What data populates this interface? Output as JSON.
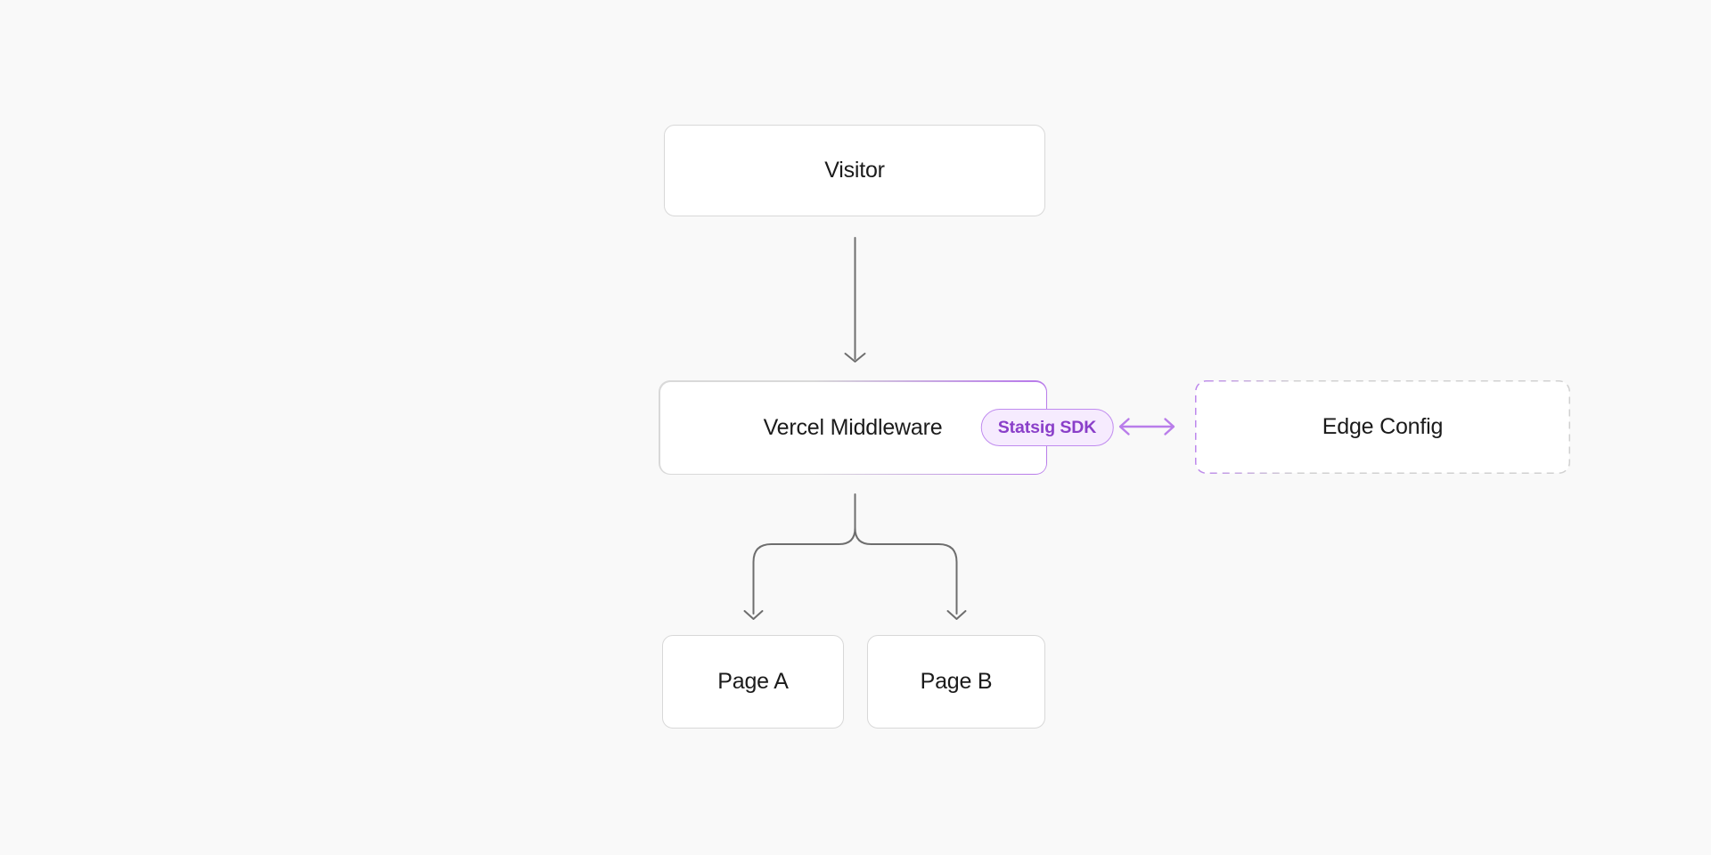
{
  "diagram": {
    "nodes": {
      "visitor": {
        "label": "Visitor"
      },
      "middleware": {
        "label": "Vercel Middleware",
        "badge": "Statsig SDK"
      },
      "edge_config": {
        "label": "Edge Config"
      },
      "page_a": {
        "label": "Page A"
      },
      "page_b": {
        "label": "Page B"
      }
    },
    "edges": [
      {
        "from": "Visitor",
        "to": "Vercel Middleware",
        "style": "solid-arrow"
      },
      {
        "from": "Vercel Middleware",
        "to": "Page A",
        "style": "solid-arrow"
      },
      {
        "from": "Vercel Middleware",
        "to": "Page B",
        "style": "solid-arrow"
      },
      {
        "from": "Statsig SDK",
        "to": "Edge Config",
        "style": "bidirectional-arrow"
      }
    ],
    "colors": {
      "background": "#f9f9f9",
      "node_fill": "#ffffff",
      "node_border": "#d8d8d8",
      "flow_line": "#6e6e6e",
      "accent_purple": "#b97dea",
      "badge_fill": "#f6ebfe",
      "badge_border": "#c08bef",
      "badge_text": "#8a3fc9",
      "text": "#1b1b1b"
    }
  }
}
